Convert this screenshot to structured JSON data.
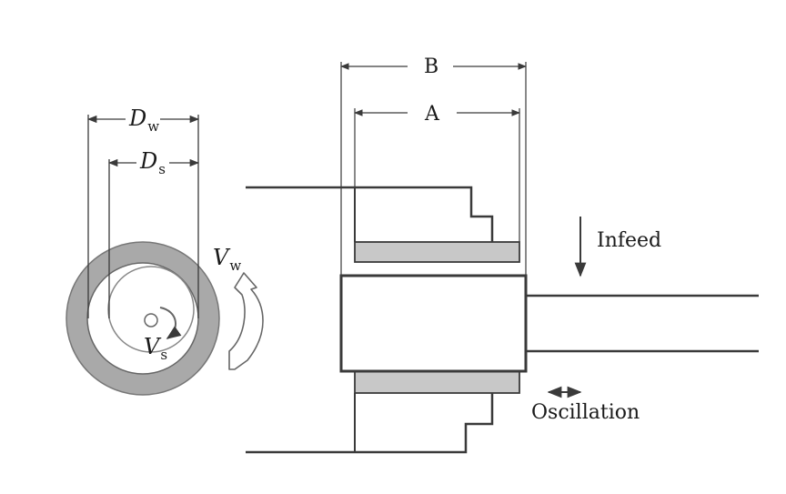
{
  "labels": {
    "dim_b": "B",
    "dim_a": "A",
    "dw_symbol": "D",
    "dw_subscript": "w",
    "ds_symbol": "D",
    "ds_subscript": "s",
    "vw_symbol": "V",
    "vw_subscript": "w",
    "vs_symbol": "V",
    "vs_subscript": "s",
    "infeed": "Infeed",
    "oscillation": "Oscillation"
  },
  "colors": {
    "line": "#3a3a3a",
    "wheel_band": "#a9a9a9",
    "shoulder_band": "#c8c8c8",
    "background": "#ffffff"
  }
}
